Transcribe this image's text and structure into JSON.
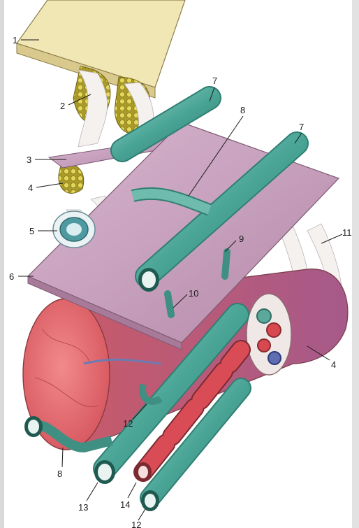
{
  "figure": {
    "labels": [
      {
        "id": "l1",
        "text": "1"
      },
      {
        "id": "l2",
        "text": "2"
      },
      {
        "id": "l3",
        "text": "3"
      },
      {
        "id": "l4a",
        "text": "4"
      },
      {
        "id": "l5",
        "text": "5"
      },
      {
        "id": "l6",
        "text": "6"
      },
      {
        "id": "l7a",
        "text": "7"
      },
      {
        "id": "l7b",
        "text": "7"
      },
      {
        "id": "l8a",
        "text": "8"
      },
      {
        "id": "l9",
        "text": "9"
      },
      {
        "id": "l10",
        "text": "10"
      },
      {
        "id": "l11",
        "text": "11"
      },
      {
        "id": "l4b",
        "text": "4"
      },
      {
        "id": "l12a",
        "text": "12"
      },
      {
        "id": "l8b",
        "text": "8"
      },
      {
        "id": "l13",
        "text": "13"
      },
      {
        "id": "l14",
        "text": "14"
      },
      {
        "id": "l12b",
        "text": "12"
      }
    ]
  }
}
